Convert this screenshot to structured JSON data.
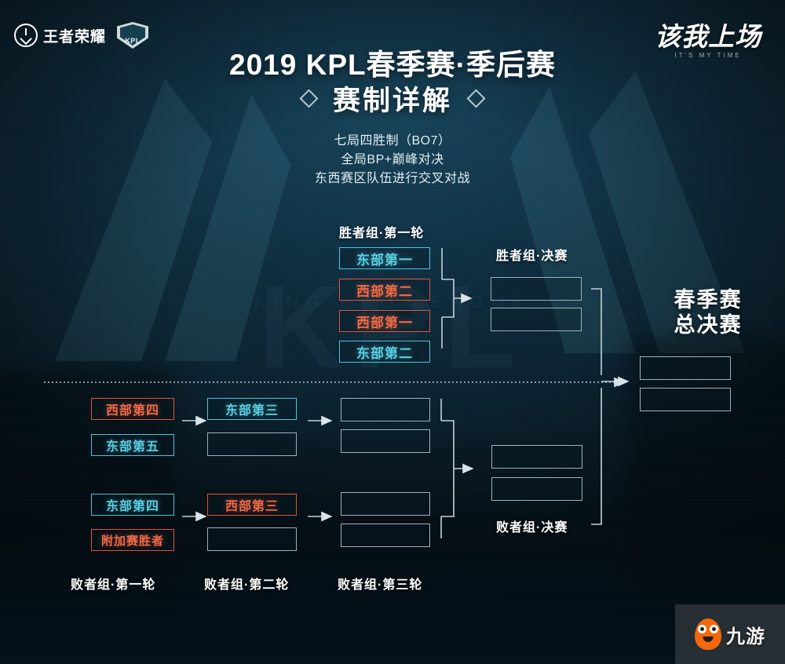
{
  "header": {
    "left_logo_cn": "王者荣耀",
    "left_badge_text": "KPL",
    "right_logo_cn": "该我上场",
    "right_logo_en": "IT'S MY TIME"
  },
  "title": {
    "main": "2019 KPL春季赛·季后赛",
    "sub": "赛制详解",
    "rules": [
      "七局四胜制（BO7）",
      "全局BP+巅峰对决",
      "东西赛区队伍进行交叉对战"
    ]
  },
  "colors": {
    "east": "#4fc3d8",
    "west": "#e0563a",
    "neutral": "#9db2be",
    "background": "#0c222e",
    "text": "#ffffff"
  },
  "watermark": {
    "text": "九游",
    "mascot": "mascot-icon"
  },
  "bracket": {
    "winners_round1": {
      "label": "胜者组·第一轮",
      "slots": [
        {
          "text": "东部第一",
          "side": "east"
        },
        {
          "text": "西部第二",
          "side": "west"
        },
        {
          "text": "西部第一",
          "side": "west"
        },
        {
          "text": "东部第二",
          "side": "east"
        }
      ]
    },
    "winners_final": {
      "label": "胜者组·决赛",
      "slots": [
        {
          "text": "",
          "side": "empty"
        },
        {
          "text": "",
          "side": "empty"
        }
      ]
    },
    "losers_round1": {
      "label": "败者组·第一轮",
      "slots": [
        {
          "text": "西部第四",
          "side": "west"
        },
        {
          "text": "东部第五",
          "side": "east"
        },
        {
          "text": "东部第四",
          "side": "east"
        },
        {
          "text": "附加赛胜者",
          "side": "west"
        }
      ]
    },
    "losers_round2": {
      "label": "败者组·第二轮",
      "slots": [
        {
          "text": "东部第三",
          "side": "east"
        },
        {
          "text": "",
          "side": "empty"
        },
        {
          "text": "西部第三",
          "side": "west"
        },
        {
          "text": "",
          "side": "empty"
        }
      ]
    },
    "losers_round3": {
      "label": "败者组·第三轮",
      "slots": [
        {
          "text": "",
          "side": "empty"
        },
        {
          "text": "",
          "side": "empty"
        },
        {
          "text": "",
          "side": "empty"
        },
        {
          "text": "",
          "side": "empty"
        }
      ]
    },
    "losers_final": {
      "label": "败者组·决赛",
      "slots": [
        {
          "text": "",
          "side": "empty"
        },
        {
          "text": "",
          "side": "empty"
        }
      ]
    },
    "grand_final": {
      "label_line1": "春季赛",
      "label_line2": "总决赛",
      "slots": [
        {
          "text": "",
          "side": "empty"
        },
        {
          "text": "",
          "side": "empty"
        }
      ]
    }
  }
}
